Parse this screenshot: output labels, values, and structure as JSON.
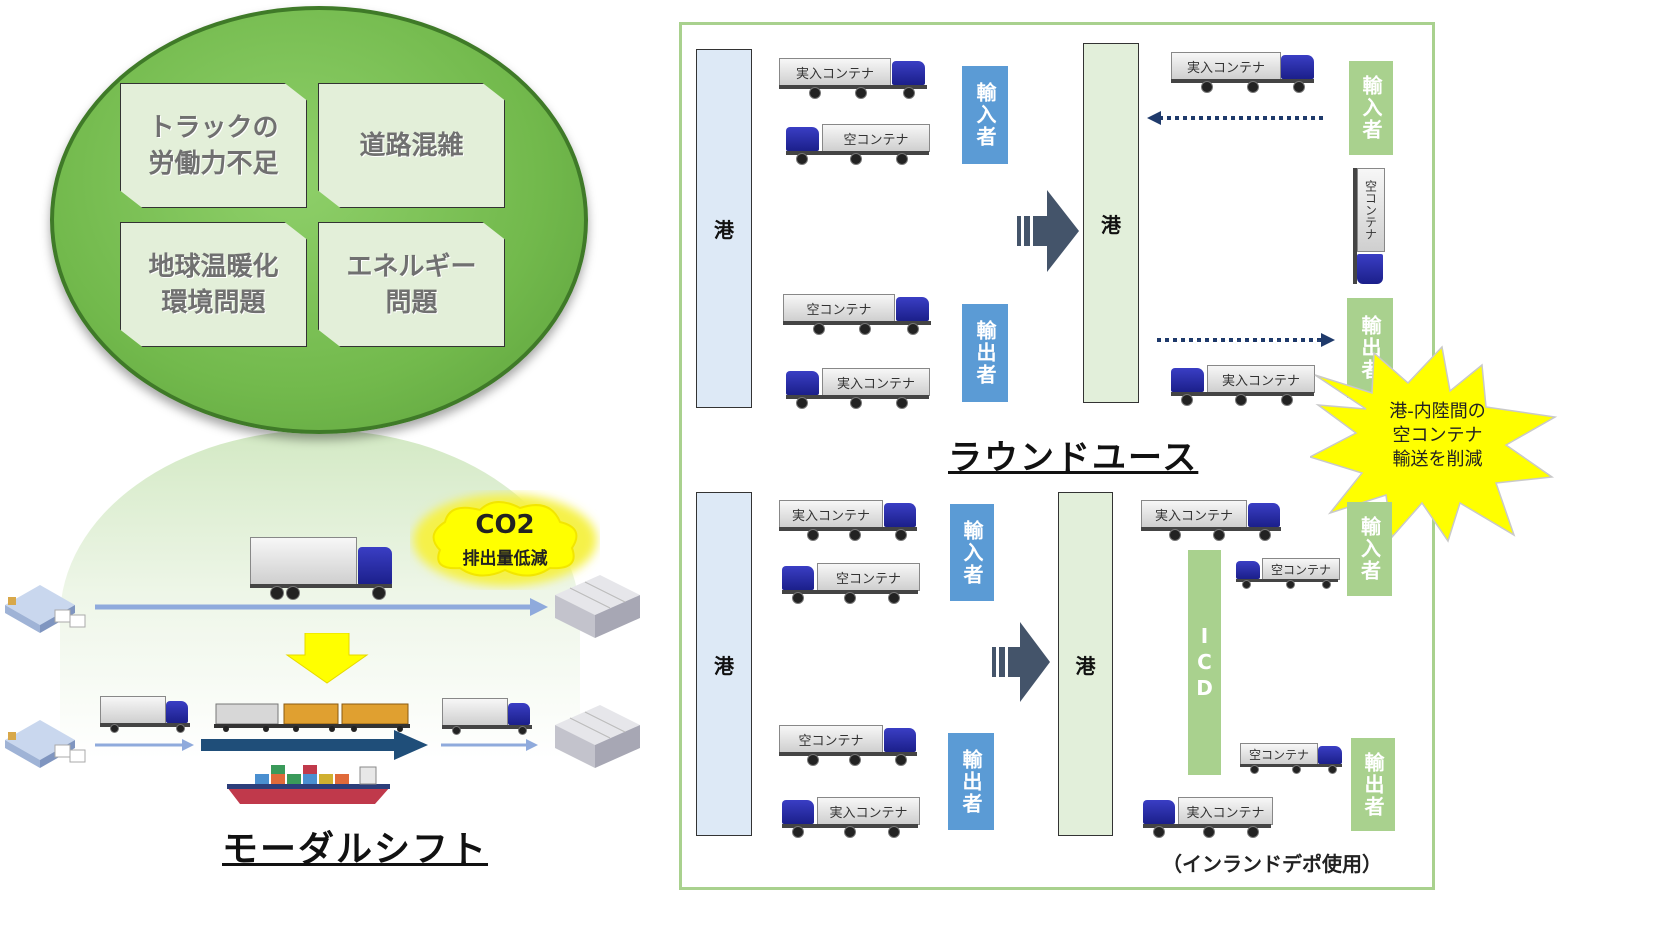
{
  "left": {
    "issues": [
      "トラックの\n労働力不足",
      "道路混雑",
      "地球温暖化\n環境問題",
      "エネルギー\n問題"
    ],
    "co2": {
      "line1": "CO2",
      "line2": "排出量低減"
    },
    "title": "モーダルシフト"
  },
  "right": {
    "top_title": "ラウンドユース",
    "port": "港",
    "importer": "輸入者",
    "exporter": "輸出者",
    "icd": "ICD",
    "loaded": "実入コンテナ",
    "empty": "空コンテナ",
    "burst": "港-内陸間の\n空コンテナ\n輸送を削減",
    "footer": "（インランドデポ使用）"
  },
  "colors": {
    "frame": "#a9d18e",
    "importer_blue": "#5b9bd5",
    "green_box": "#a9d18e",
    "port_fill": "#dde9f6",
    "arrow": "#44546a",
    "burst": "#ffff00",
    "truck_cab": "#1b1f8a"
  }
}
